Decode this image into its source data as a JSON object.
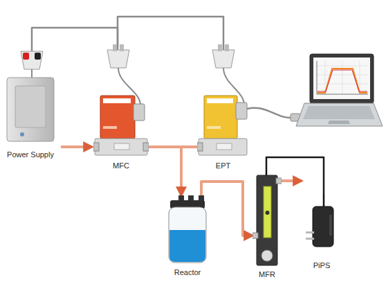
{
  "diagram": {
    "nodes": [
      {
        "text": [
          "Power Supply"
        ]
      },
      {
        "text": [
          "MFC"
        ]
      },
      {
        "text": [
          "EPT"
        ]
      },
      {
        "text": [
          "Reactor"
        ]
      },
      {
        "text": [
          "MFR"
        ]
      },
      {
        "text": [
          "PiPS"
        ]
      }
    ],
    "edges": [
      {
        "from": 0,
        "to": 1,
        "arrow": "none"
      },
      {
        "from": 1,
        "to": 2,
        "arrow": "none"
      },
      {
        "from": 1,
        "to": 2,
        "arrow": "none"
      },
      {
        "from": 1,
        "to": 3,
        "arrow": "to"
      },
      {
        "from": 3,
        "to": 4,
        "arrow": "to"
      },
      {
        "from": 4,
        "to": 5,
        "arrow": "none"
      }
    ]
  }
}
